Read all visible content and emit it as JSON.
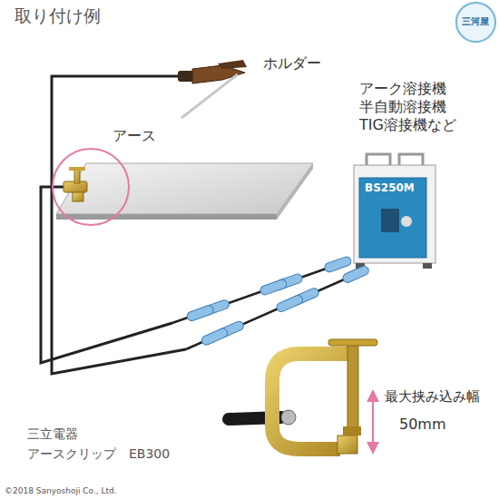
{
  "diagram": {
    "title": "取り付け例",
    "nodes": [
      {
        "text": [
          "三河屋"
        ]
      }
    ],
    "labels": [
      "ホルダー",
      "アース",
      "アーク溶接機",
      "半自動溶接機",
      "TIG溶接機など",
      "BS250M",
      "最大挟み込み幅",
      "50mm",
      "三立電器",
      "アースクリップ　EB300",
      "©2018 Sanyoshoji Co., Ltd."
    ]
  }
}
